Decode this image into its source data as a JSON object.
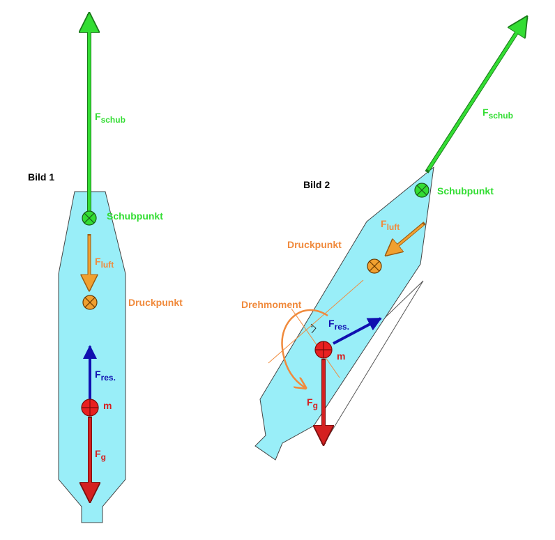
{
  "figure1": {
    "title": "Bild 1",
    "force_thrust": {
      "main": "F",
      "sub": "schub"
    },
    "force_air": {
      "main": "F",
      "sub": "luft"
    },
    "force_result": {
      "main": "F",
      "sub": "res."
    },
    "force_weight": {
      "main": "F",
      "sub": "g"
    },
    "thrust_point_label": "Schubpunkt",
    "pressure_point_label": "Druckpunkt",
    "mass_label": "m"
  },
  "figure2": {
    "title": "Bild 2",
    "force_thrust": {
      "main": "F",
      "sub": "schub"
    },
    "force_air": {
      "main": "F",
      "sub": "luft"
    },
    "force_result": {
      "main": "F",
      "sub": "res."
    },
    "force_weight": {
      "main": "F",
      "sub": "g"
    },
    "thrust_point_label": "Schubpunkt",
    "pressure_point_label": "Druckpunkt",
    "torque_label": "Drehmoment",
    "mass_label": "m"
  },
  "colors": {
    "body_fill": "#99eef8",
    "thrust": "#33dd33",
    "air": "#f08a3c",
    "result": "#1010b0",
    "weight": "#d42020",
    "label_dark": "#000000"
  }
}
